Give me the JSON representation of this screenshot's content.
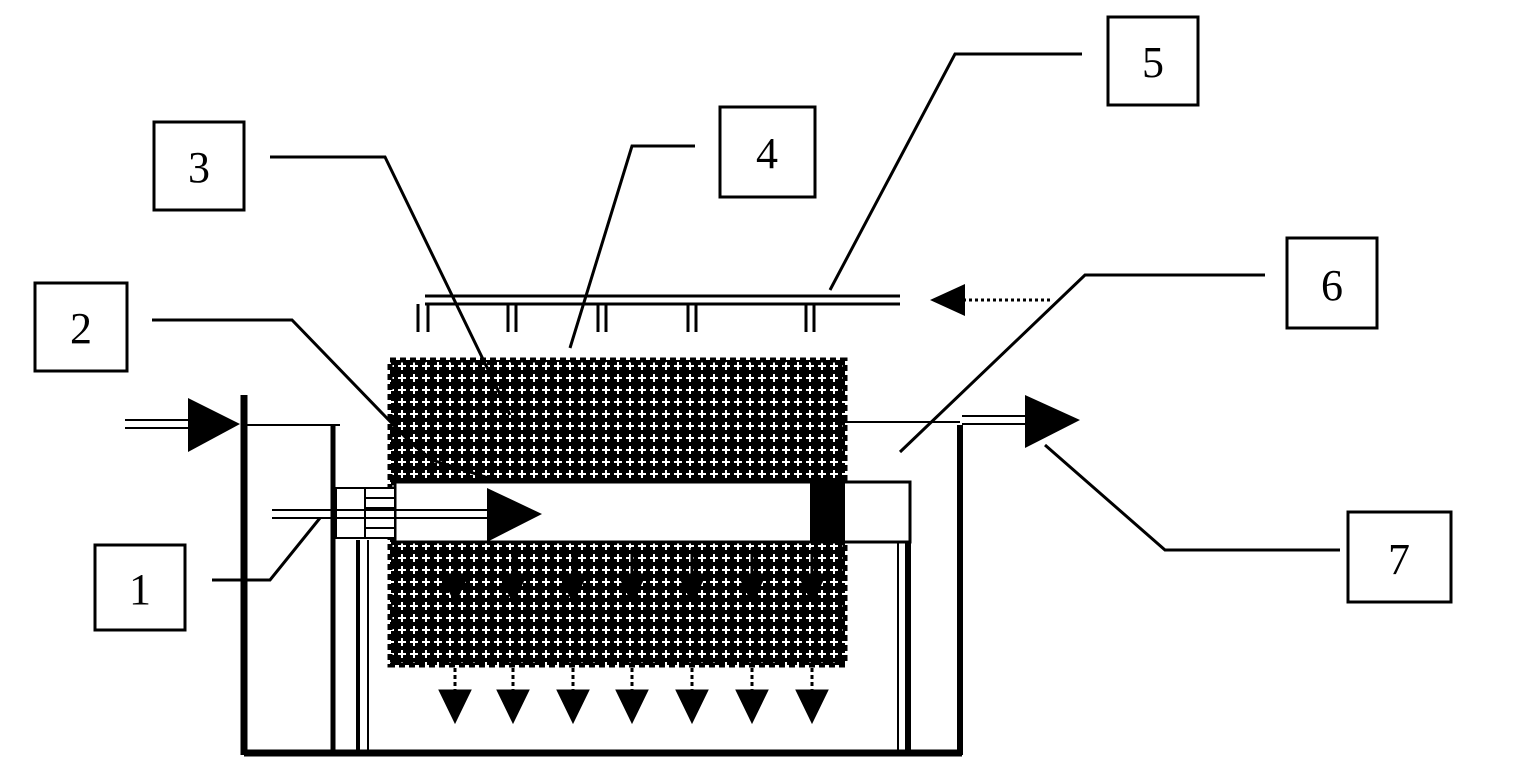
{
  "labels": [
    {
      "id": "label-1",
      "text": "1"
    },
    {
      "id": "label-2",
      "text": "2"
    },
    {
      "id": "label-3",
      "text": "3"
    },
    {
      "id": "label-4",
      "text": "4"
    },
    {
      "id": "label-5",
      "text": "5"
    },
    {
      "id": "label-6",
      "text": "6"
    },
    {
      "id": "label-7",
      "text": "7"
    }
  ],
  "colors": {
    "ink": "#000000",
    "paper": "#ffffff"
  }
}
